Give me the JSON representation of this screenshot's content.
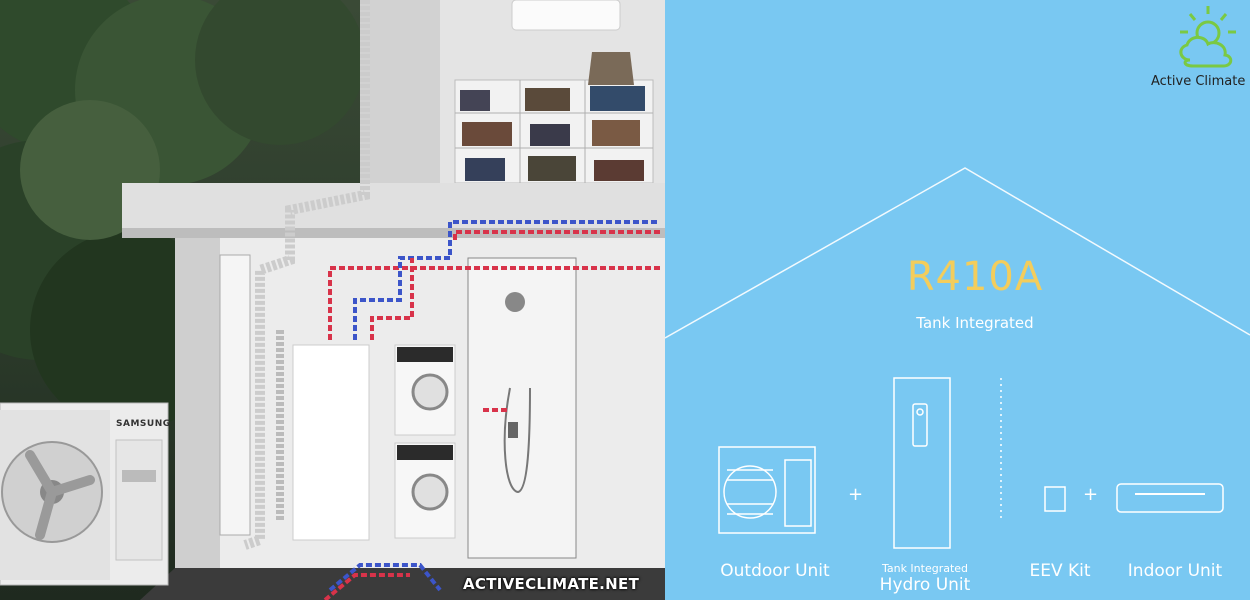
{
  "watermark": "ACTIVECLIMATE.NET",
  "outdoor_unit_brand": "SAMSUNG",
  "logo": {
    "text": "Active Climate",
    "icon": "sun-cloud-icon"
  },
  "panel": {
    "refrigerant": "R410A",
    "subtitle": "Tank Integrated",
    "components": [
      {
        "label": "Outdoor Unit"
      },
      {
        "label_top": "Tank Integrated",
        "label_bottom": "Hydro Unit"
      },
      {
        "label": "EEV Kit"
      },
      {
        "label": "Indoor Unit"
      }
    ],
    "plus_sign": "+"
  },
  "colors": {
    "panel_blue": "#79c8f2",
    "refrigerant_yellow": "#f3cd5c",
    "pipe_red": "#d8334a",
    "pipe_blue": "#3c55c9"
  }
}
